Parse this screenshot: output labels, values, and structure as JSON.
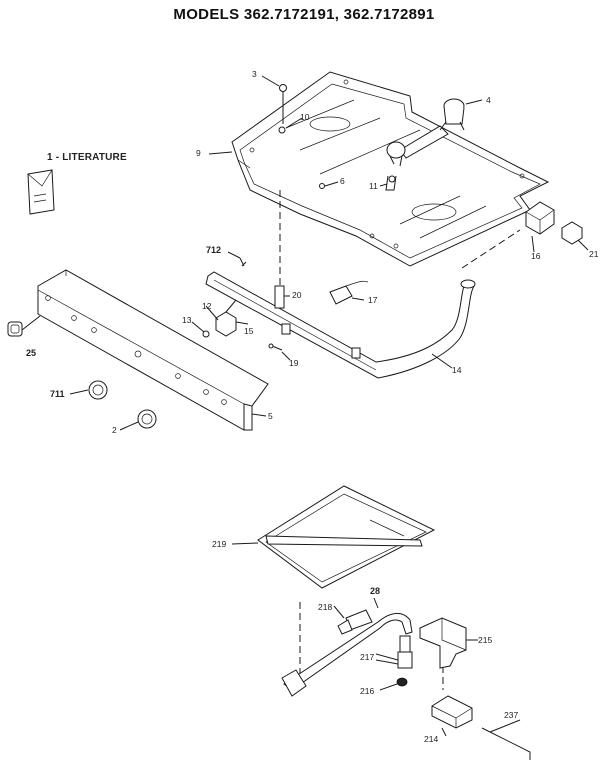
{
  "title": "MODELS 362.7172191, 362.7172891",
  "parts": {
    "p1": "1 - LITERATURE",
    "p2": "2",
    "p3": "3",
    "p4": "4",
    "p5": "5",
    "p6": "6",
    "p9": "9",
    "p10": "10",
    "p11": "11",
    "p12": "12",
    "p13": "13",
    "p14": "14",
    "p15": "15",
    "p16": "16",
    "p17": "17",
    "p19": "19",
    "p20": "20",
    "p21": "21",
    "p25": "25",
    "p28": "28",
    "p214": "214",
    "p215": "215",
    "p216": "216",
    "p217": "217",
    "p218": "218",
    "p219": "219",
    "p237": "237",
    "p711": "711",
    "p712": "712"
  }
}
